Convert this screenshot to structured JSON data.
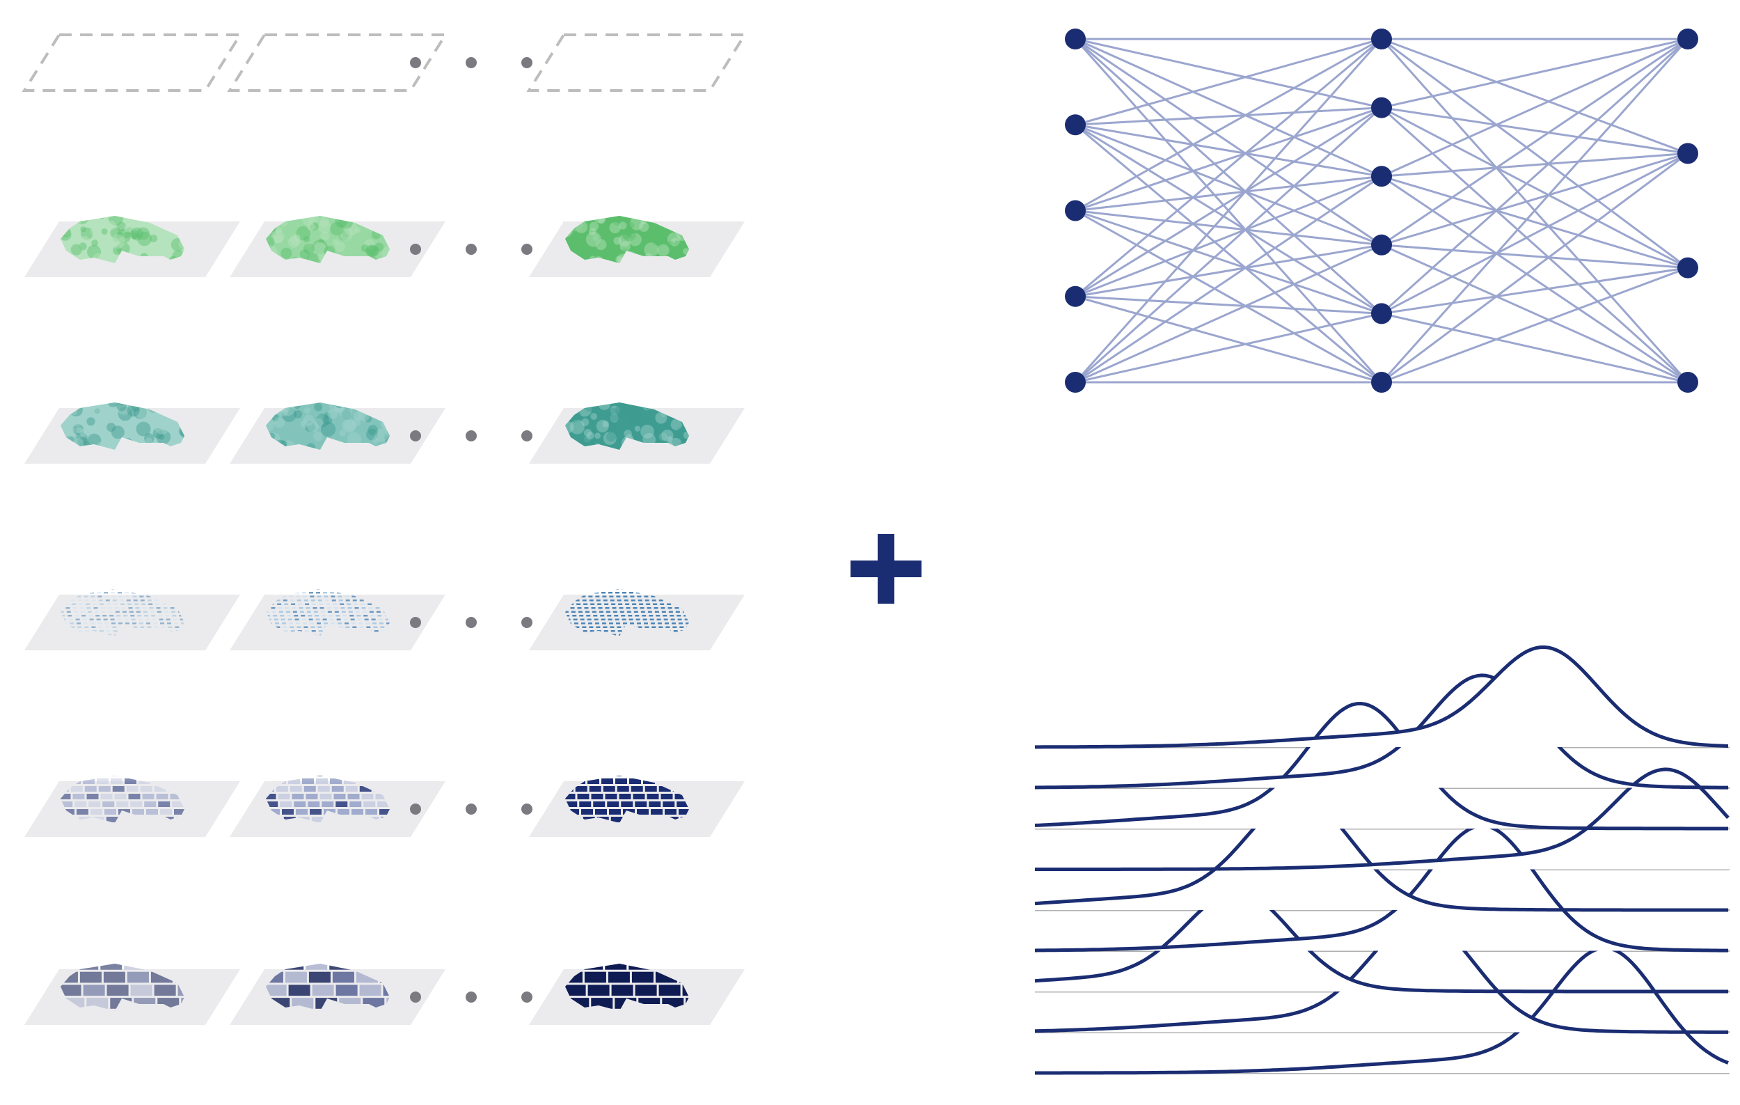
{
  "colors": {
    "background": "#ffffff",
    "placeholder_outline": "#bdbdbd",
    "tile": "#ebebed",
    "ellipsis_dot": "#7a7a80",
    "plus_sign": "#1b2d72",
    "node": "#1b2d72",
    "edge": "#9ba6cf",
    "curve": "#1b2d72",
    "baseline": "#b0b0b0",
    "row_palettes": [
      [
        "#b5e3bd",
        "#98d9a3",
        "#5cbe6c"
      ],
      [
        "#9fd2cb",
        "#82c4bc",
        "#3f9c91"
      ],
      [
        "#cfe1f0",
        "#9cc2df",
        "#4d85b7"
      ],
      [
        "#c3c9de",
        "#8f9bc4",
        "#1b2d72"
      ],
      [
        "#a6adca",
        "#4d5a8e",
        "#0f1c54"
      ]
    ]
  },
  "diagram": {
    "raster_stack": {
      "columns": 3,
      "placeholder_rows": 1,
      "map_rows": [
        {
          "style": "texture",
          "palette": 0
        },
        {
          "style": "texture",
          "palette": 1
        },
        {
          "style": "fine-grid",
          "palette": 2
        },
        {
          "style": "medium-grid",
          "palette": 3
        },
        {
          "style": "coarse-grid",
          "palette": 4
        }
      ]
    },
    "operator": {
      "symbol": "plus-icon"
    },
    "neural_network": {
      "layers": [
        5,
        6,
        4
      ],
      "fully_connected": true
    },
    "density_ridges": {
      "curve_count": 9,
      "peak_order": [
        7,
        6,
        4,
        9,
        3,
        6,
        2,
        5,
        8
      ]
    }
  }
}
